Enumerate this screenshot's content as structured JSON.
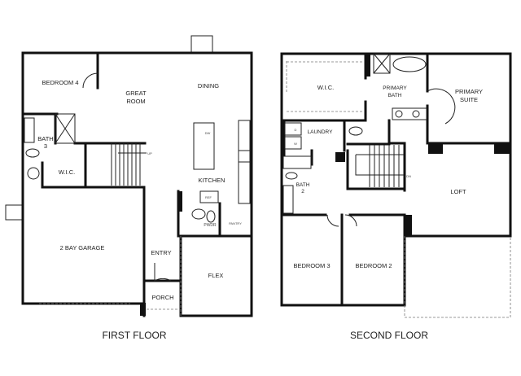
{
  "first_floor": {
    "title": "FIRST FLOOR",
    "rooms": {
      "bedroom4": "BEDROOM 4",
      "great_room_1": "GREAT",
      "great_room_2": "ROOM",
      "dining": "DINING",
      "bath3_1": "BATH",
      "bath3_2": "3",
      "wic": "W.I.C.",
      "kitchen": "KITCHEN",
      "garage": "2 BAY GARAGE",
      "entry": "ENTRY",
      "flex": "FLEX",
      "porch": "PORCH",
      "pwdr": "PWDR",
      "pantry": "PANTRY",
      "ref": "REF",
      "dw": "DW",
      "up": "UP"
    }
  },
  "second_floor": {
    "title": "SECOND FLOOR",
    "rooms": {
      "wic": "W.I.C.",
      "primary_bath_1": "PRIMARY",
      "primary_bath_2": "BATH",
      "primary_suite_1": "PRIMARY",
      "primary_suite_2": "SUITE",
      "laundry": "LAUNDRY",
      "dryer": "D",
      "washer": "W",
      "bath2_1": "BATH",
      "bath2_2": "2",
      "loft": "LOFT",
      "dn": "DN",
      "bedroom3": "BEDROOM 3",
      "bedroom2": "BEDROOM 2"
    }
  }
}
